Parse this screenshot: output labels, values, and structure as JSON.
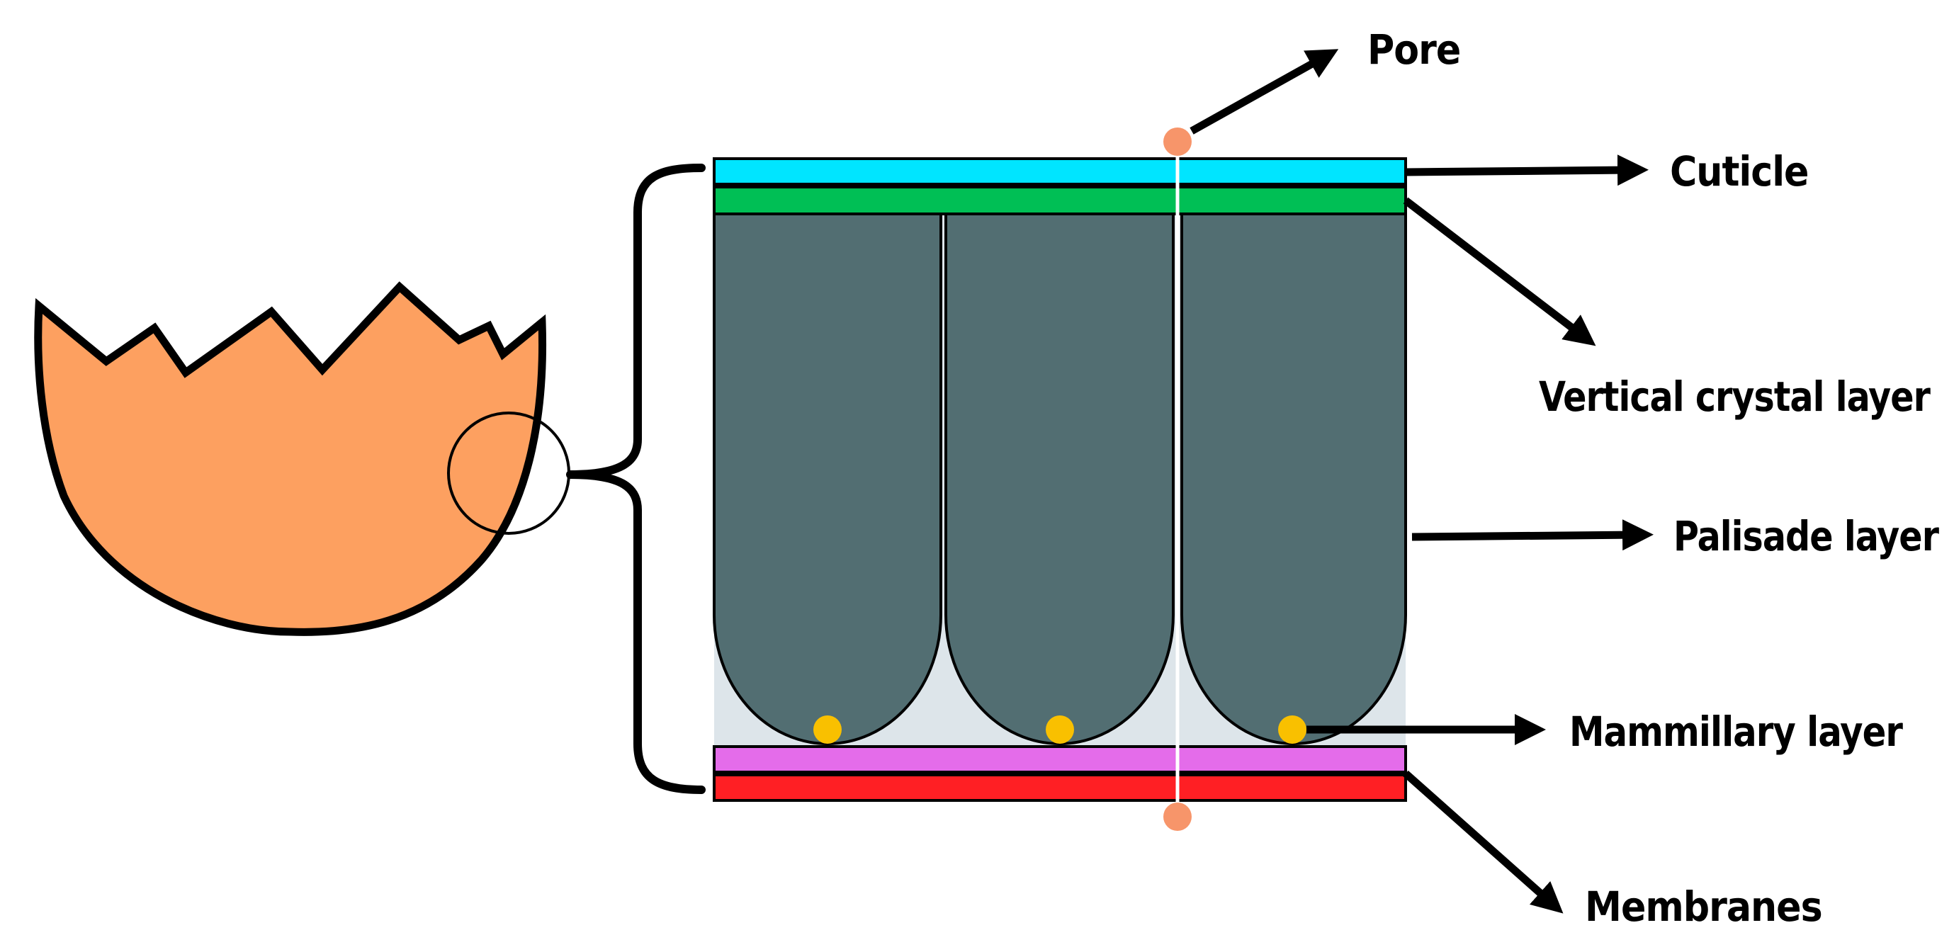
{
  "labels": {
    "pore": "Pore",
    "cuticle": "Cuticle",
    "vertical_crystal_layer": "Vertical crystal layer",
    "palisade_layer": "Palisade layer",
    "mammillary_layer": "Mammillary layer",
    "membranes": "Membranes"
  },
  "colors": {
    "eggshell": "#FDA060",
    "cuticle": "#00E5FF",
    "vertical_crystal": "#00BF55",
    "palisade": "#526E72",
    "matrix_background": "#DDE5EA",
    "mammillary_knob": "#F9C000",
    "pore_end": "#F7956A",
    "outer_membrane": "#E46CEA",
    "inner_membrane": "#FF1F24",
    "outline": "#000000"
  },
  "icons": {
    "eggshell": "broken-eggshell-icon",
    "magnifier": "zoom-circle-icon",
    "bracket": "curly-brace-icon"
  }
}
